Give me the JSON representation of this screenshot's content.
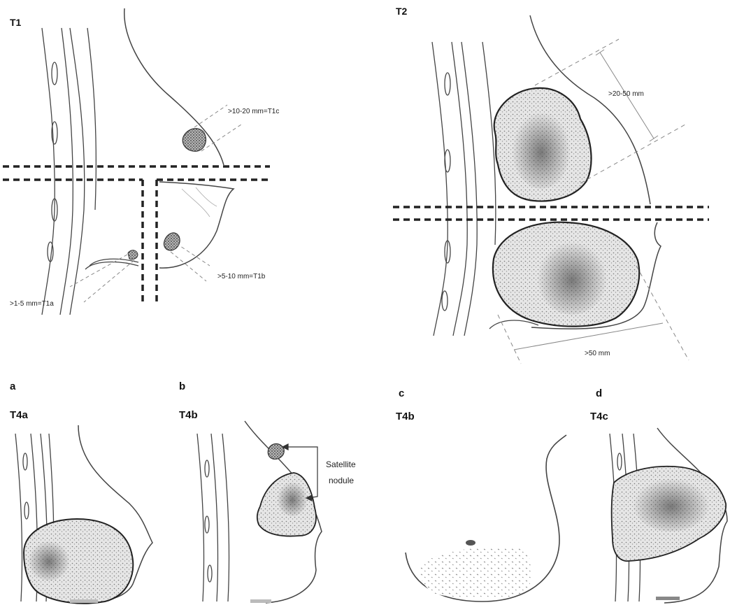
{
  "panels": {
    "t1": {
      "label": "T1",
      "annotations": {
        "t1c": ">10-20 mm=T1c",
        "t1b": ">5-10 mm=T1b",
        "t1a": ">1-5 mm=T1a"
      }
    },
    "t2": {
      "label": "T2",
      "annotations": {
        "upper": ">20-50 mm",
        "lower": ">50 mm"
      }
    },
    "a": {
      "letter": "a",
      "label": "T4a"
    },
    "b": {
      "letter": "b",
      "label": "T4b",
      "annotation_line1": "Satellite",
      "annotation_line2": "nodule"
    },
    "c": {
      "letter": "c",
      "label": "T4b"
    },
    "d": {
      "letter": "d",
      "label": "T4c"
    }
  },
  "colors": {
    "line": "#333333",
    "tumor_fill": "#cfcfcf",
    "tumor_dark": "#6a6a6a",
    "cut_line": "#222222",
    "dim_line": "#888888"
  }
}
